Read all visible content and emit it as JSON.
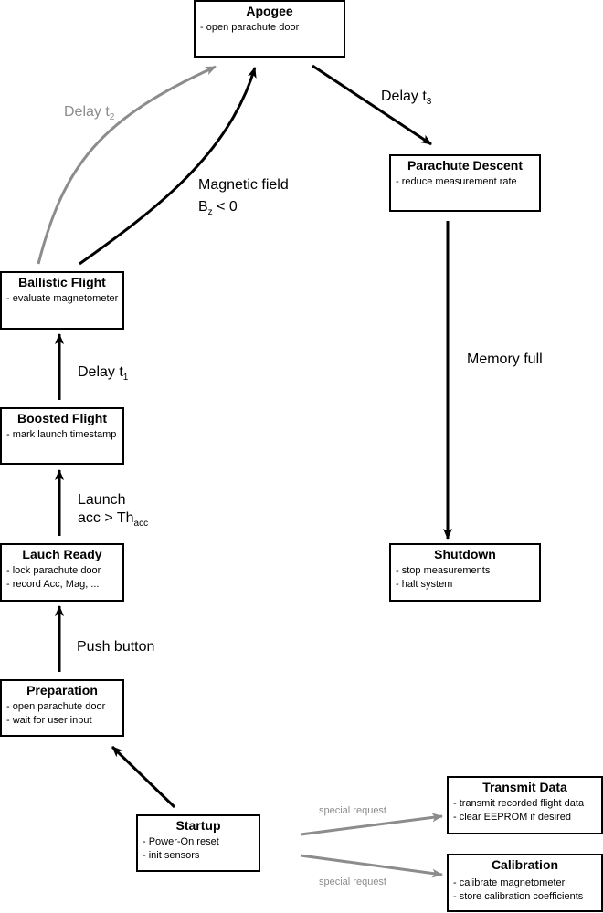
{
  "states": {
    "apogee": {
      "title": "Apogee",
      "items": [
        "- open parachute door"
      ]
    },
    "parachute_descent": {
      "title": "Parachute Descent",
      "items": [
        "- reduce measurement rate"
      ]
    },
    "ballistic_flight": {
      "title": "Ballistic Flight",
      "items": [
        "- evaluate magnetometer"
      ]
    },
    "boosted_flight": {
      "title": "Boosted Flight",
      "items": [
        "- mark launch timestamp"
      ]
    },
    "launch_ready": {
      "title": "Lauch Ready",
      "items": [
        "- lock parachute door",
        "- record Acc, Mag, ..."
      ]
    },
    "preparation": {
      "title": "Preparation",
      "items": [
        "- open parachute door",
        "- wait for user input"
      ]
    },
    "startup": {
      "title": "Startup",
      "items": [
        "- Power-On reset",
        "- init sensors"
      ]
    },
    "shutdown": {
      "title": "Shutdown",
      "items": [
        "- stop measurements",
        "- halt system"
      ]
    },
    "transmit_data": {
      "title": "Transmit Data",
      "items": [
        "- transmit recorded flight data",
        "- clear EEPROM if desired"
      ]
    },
    "calibration": {
      "title": "Calibration",
      "items": [
        "- calibrate magnetometer",
        "- store calibration coefficients"
      ]
    }
  },
  "transitions": {
    "delay_t2": {
      "text": "Delay t",
      "sub": "2"
    },
    "magnetic_field": {
      "line1": "Magnetic field",
      "line2_main": "B",
      "line2_sub": "z",
      "line2_rest": " < 0"
    },
    "delay_t3": {
      "text": "Delay t",
      "sub": "3"
    },
    "memory_full": {
      "text": "Memory full"
    },
    "delay_t1": {
      "text": "Delay t",
      "sub": "1"
    },
    "launch": {
      "line1": "Launch",
      "line2_main": "acc > Th",
      "line2_sub": "acc"
    },
    "push_button": {
      "text": "Push button"
    },
    "special_request_1": {
      "text": "special request"
    },
    "special_request_2": {
      "text": "special request"
    }
  },
  "colors": {
    "primary_arrow": "#000000",
    "secondary_arrow": "#8c8c8c"
  }
}
